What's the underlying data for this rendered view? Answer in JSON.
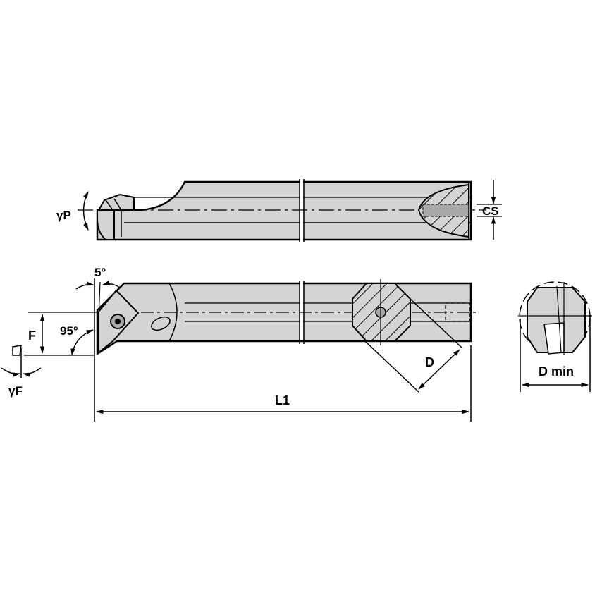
{
  "diagram": {
    "type": "technical-drawing",
    "subject": "boring bar with insert (side, top and end views)",
    "colors": {
      "body": "#d4d4d4",
      "line": "#000000",
      "dark_fill": "#a8a8a8",
      "background": "#ffffff"
    },
    "labels": {
      "gamma_p": "γP",
      "cs": "CS",
      "five_deg": "5°",
      "f": "F",
      "ninety_five_deg": "95°",
      "gamma_f": "γF",
      "d": "D",
      "d_min": "D min",
      "l1": "L1"
    }
  }
}
